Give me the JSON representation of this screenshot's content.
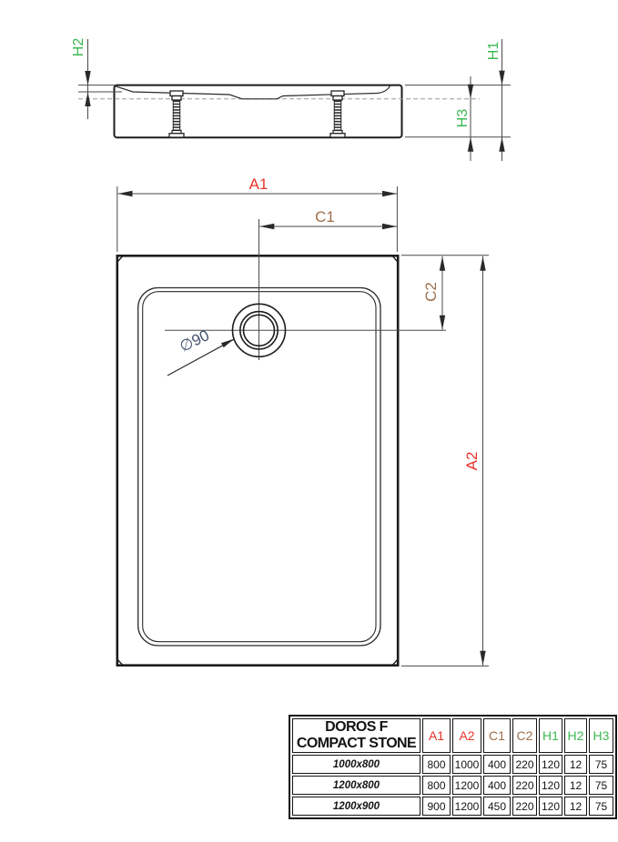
{
  "colors": {
    "red": "#e8332a",
    "brown": "#9e6f4c",
    "green": "#3cb850",
    "navy": "#44536e"
  },
  "side_view": {
    "h1": "H1",
    "h2": "H2",
    "h3": "H3"
  },
  "top_view": {
    "a1": "A1",
    "a2": "A2",
    "c1": "C1",
    "c2": "C2",
    "drain_diameter": "∅90"
  },
  "table": {
    "product_line1": "DOROS F",
    "product_line2": "COMPACT STONE",
    "columns": [
      "A1",
      "A2",
      "C1",
      "C2",
      "H1",
      "H2",
      "H3"
    ],
    "rows": [
      {
        "size": "1000x800",
        "values": [
          "800",
          "1000",
          "400",
          "220",
          "120",
          "12",
          "75"
        ]
      },
      {
        "size": "1200x800",
        "values": [
          "800",
          "1200",
          "400",
          "220",
          "120",
          "12",
          "75"
        ]
      },
      {
        "size": "1200x900",
        "values": [
          "900",
          "1200",
          "450",
          "220",
          "120",
          "12",
          "75"
        ]
      }
    ]
  }
}
